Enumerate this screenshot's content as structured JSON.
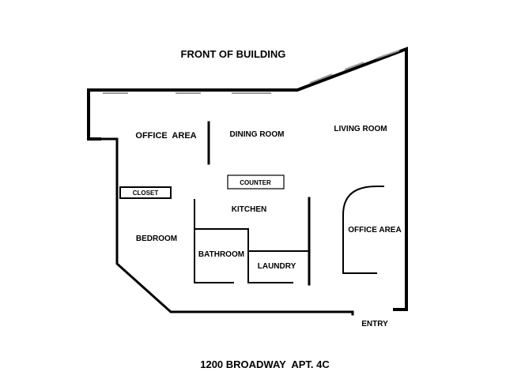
{
  "header": {
    "title": "FRONT OF BUILDING"
  },
  "footer": {
    "address": "1200 BROADWAY  APT. 4C"
  },
  "rooms": {
    "office_area_left": "OFFICE  AREA",
    "dining_room": "DINING ROOM",
    "living_room": "LIVING ROOM",
    "counter": "COUNTER",
    "closet": "CLOSET",
    "kitchen": "KITCHEN",
    "bedroom": "BEDROOM",
    "bathroom": "BATHROOM",
    "laundry": "LAUNDRY",
    "office_area_right": "OFFICE AREA",
    "entry": "ENTRY"
  },
  "colors": {
    "wall": "#000000",
    "window": "#9a9a9a",
    "background": "#ffffff"
  }
}
